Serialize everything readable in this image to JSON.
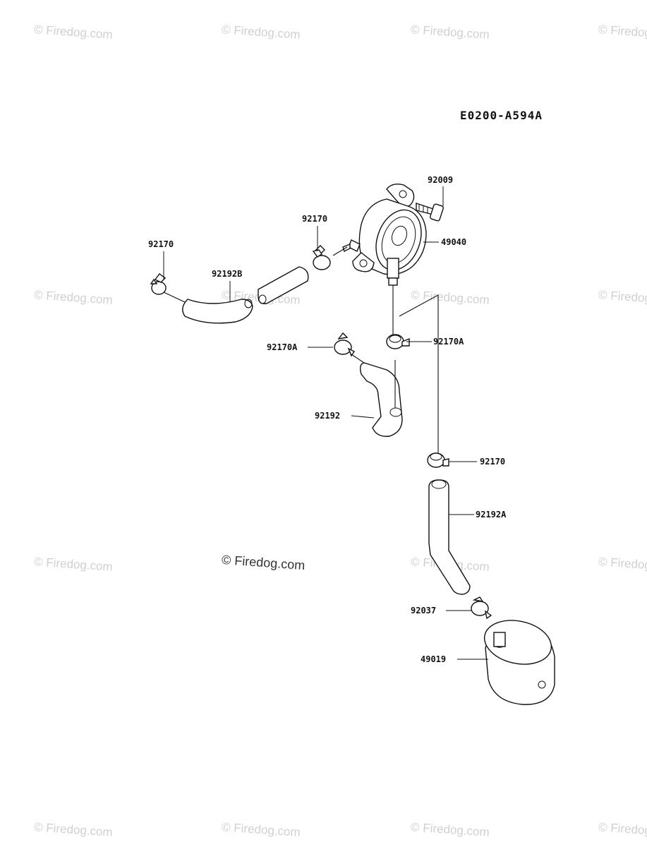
{
  "diagram_code": "E0200-A594A",
  "watermark_text": "© Firedog.com",
  "parts": {
    "bolt": "92009",
    "fuel_pump": "49040",
    "clamp_top": "92170",
    "clamp_left": "92170",
    "hose_b": "92192B",
    "clamp_a_left": "92170A",
    "clamp_a_right": "92170A",
    "hose_elbow": "92192",
    "clamp_lower": "92170",
    "hose_a": "92192A",
    "clamp_filter": "92037",
    "fuel_filter": "49019"
  }
}
